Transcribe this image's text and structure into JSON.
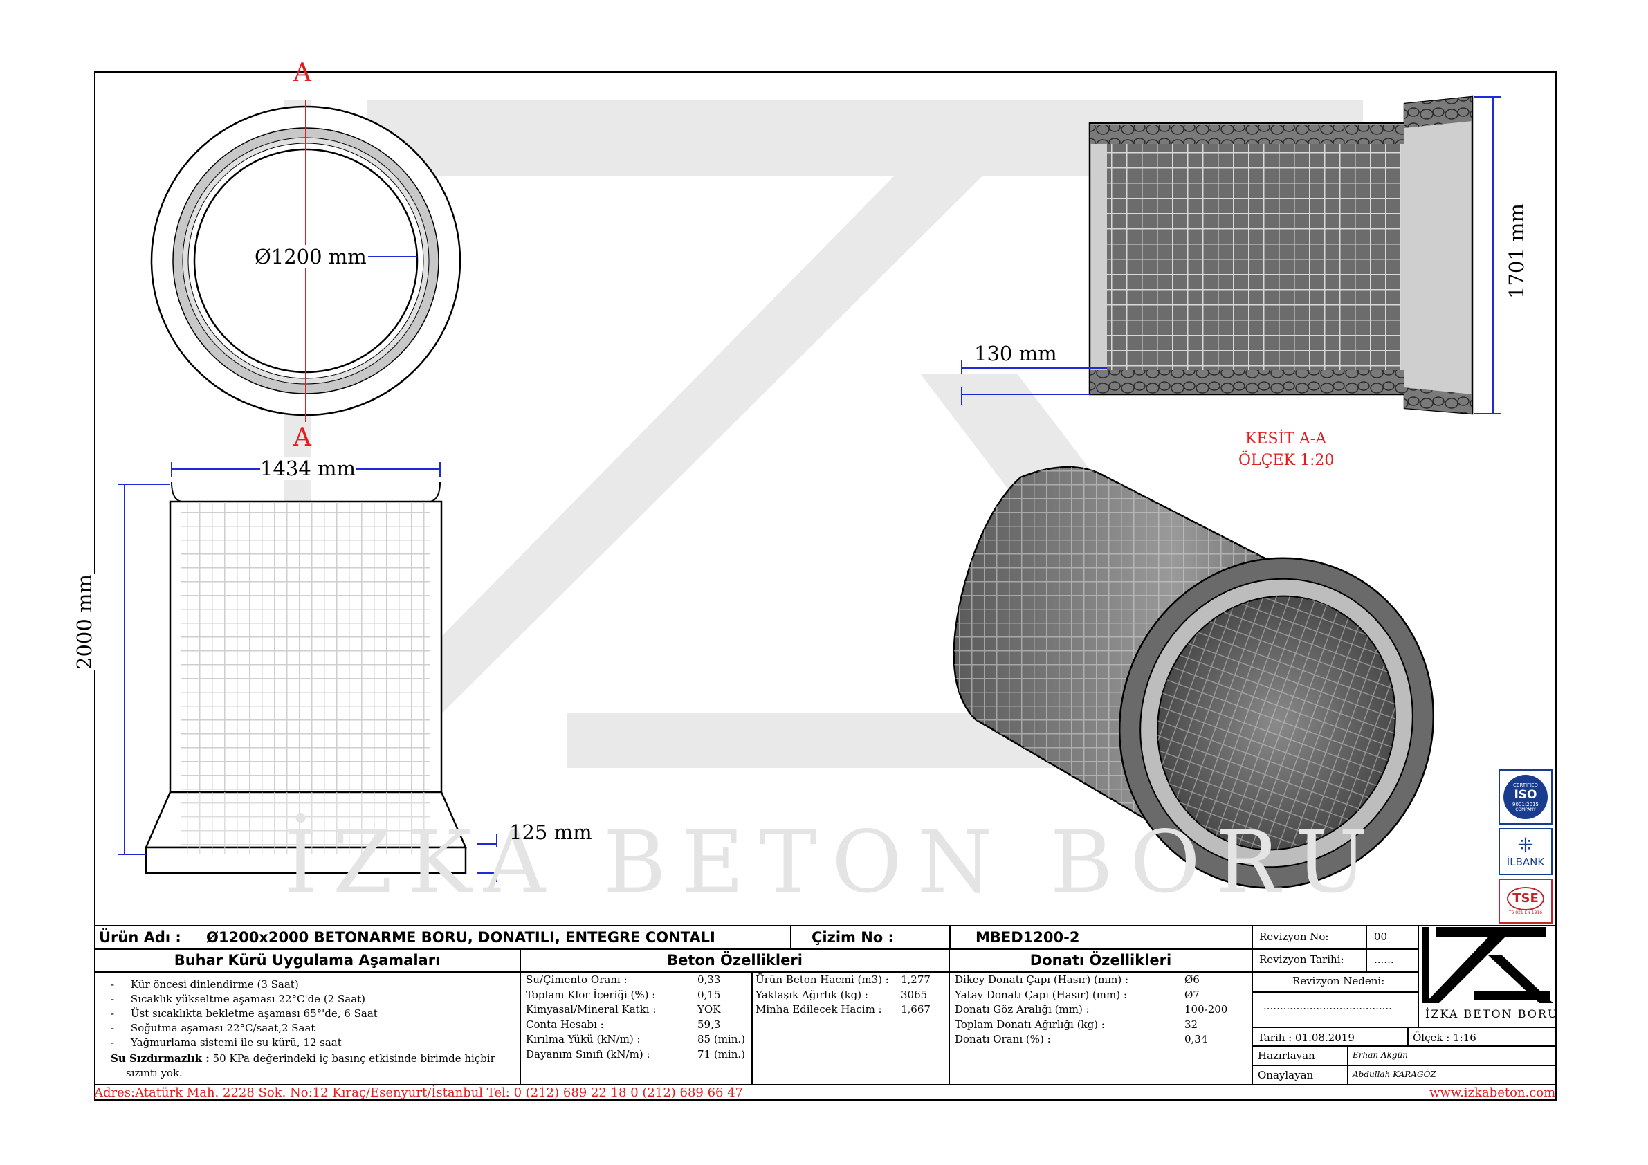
{
  "watermark": "İZKA BETON BORU",
  "drawing": {
    "section_mark_top": "A",
    "section_mark_bottom": "A",
    "inner_diameter": "Ø1200 mm",
    "outer_width": "1434 mm",
    "length": "2000 mm",
    "socket_height": "125 mm",
    "section_length": "1701 mm",
    "wall_thickness": "130 mm",
    "section_title": "KESİT A-A",
    "section_scale": "ÖLÇEK 1:20"
  },
  "certificates": {
    "iso_title": "ISO",
    "iso_sub": "CERTIFIED",
    "iso_std": "9001:2015",
    "iso_company": "COMPANY",
    "ilbank": "İLBANK",
    "tse": "TSE",
    "tse_sub": "TS 821 EN 1916"
  },
  "title_block": {
    "product_label": "Ürün Adı :",
    "product_name": "Ø1200x2000 BETONARME BORU, DONATILI, ENTEGRE CONTALI",
    "drawing_no_label": "Çizim No :",
    "drawing_no": "MBED1200-2",
    "revision_no_label": "Revizyon No:",
    "revision_no": "00",
    "revision_date_label": "Revizyon Tarihi:",
    "revision_date": "......",
    "revision_reason_label": "Revizyon Nedeni:",
    "revision_reason": ".......................................",
    "date": "Tarih : 01.08.2019",
    "scale": "Ölçek : 1:16",
    "prepared_label": "Hazırlayan",
    "prepared_by": "Erhan Akgün",
    "approved_label": "Onaylayan",
    "approved_by": "Abdullah KARAGÖZ",
    "logo_text": "İZKA BETON BORU",
    "steam": {
      "title": "Buhar Kürü Uygulama Aşamaları",
      "items": [
        "Kür öncesi dinlendirme (3 Saat)",
        "Sıcaklık yükseltme aşaması 22°C'de (2 Saat)",
        "Üst sıcaklıkta bekletme aşaması 65°'de, 6 Saat",
        "Soğutma aşaması 22°C/saat,2 Saat",
        "Yağmurlama sistemi ile su kürü, 12 saat"
      ],
      "tightness_label": "Su Sızdırmazlık :",
      "tightness_text": "50 KPa değerindeki iç basınç etkisinde birimde hiçbir",
      "tightness_text2": "sızıntı yok."
    },
    "concrete": {
      "title": "Beton Özellikleri",
      "rows": [
        {
          "label": "Su/Çimento Oranı :",
          "value": "0,33"
        },
        {
          "label": "Toplam Klor İçeriği (%) :",
          "value": "0,15"
        },
        {
          "label": "Kimyasal/Mineral Katkı :",
          "value": "YOK"
        },
        {
          "label": "Conta Hesabı :",
          "value": "59,3"
        },
        {
          "label": "Kırılma Yükü (kN/m) :",
          "value": "85 (min.)"
        },
        {
          "label": "Dayanım Sınıfı (kN/m) :",
          "value": "71 (min.)"
        }
      ],
      "rows2": [
        {
          "label": "Ürün Beton Hacmi (m3) :",
          "value": "1,277"
        },
        {
          "label": "Yaklaşık Ağırlık (kg) :",
          "value": "3065"
        },
        {
          "label": "Minha Edilecek Hacim :",
          "value": "1,667"
        }
      ]
    },
    "rebar": {
      "title": "Donatı Özellikleri",
      "rows": [
        {
          "label": "Dikey Donatı Çapı (Hasır) (mm) :",
          "value": "Ø6"
        },
        {
          "label": "Yatay Donatı Çapı (Hasır) (mm) :",
          "value": "Ø7"
        },
        {
          "label": "Donatı Göz Aralığı (mm) :",
          "value": "100-200"
        },
        {
          "label": "Toplam Donatı Ağırlığı (kg) :",
          "value": "32"
        },
        {
          "label": "Donatı Oranı (%) :",
          "value": "0,34"
        }
      ]
    }
  },
  "footer": {
    "address": "Adres:Atatürk Mah. 2228 Sok. No:12 Kıraç/Esenyurt/İstanbul Tel: 0 (212) 689 22 18 0 (212) 689 66 47",
    "website": "www.izkabeton.com"
  },
  "colors": {
    "accent_red": "#e02020",
    "dimension_blue": "#1f2ad6",
    "watermark": "#e6e6e6"
  }
}
